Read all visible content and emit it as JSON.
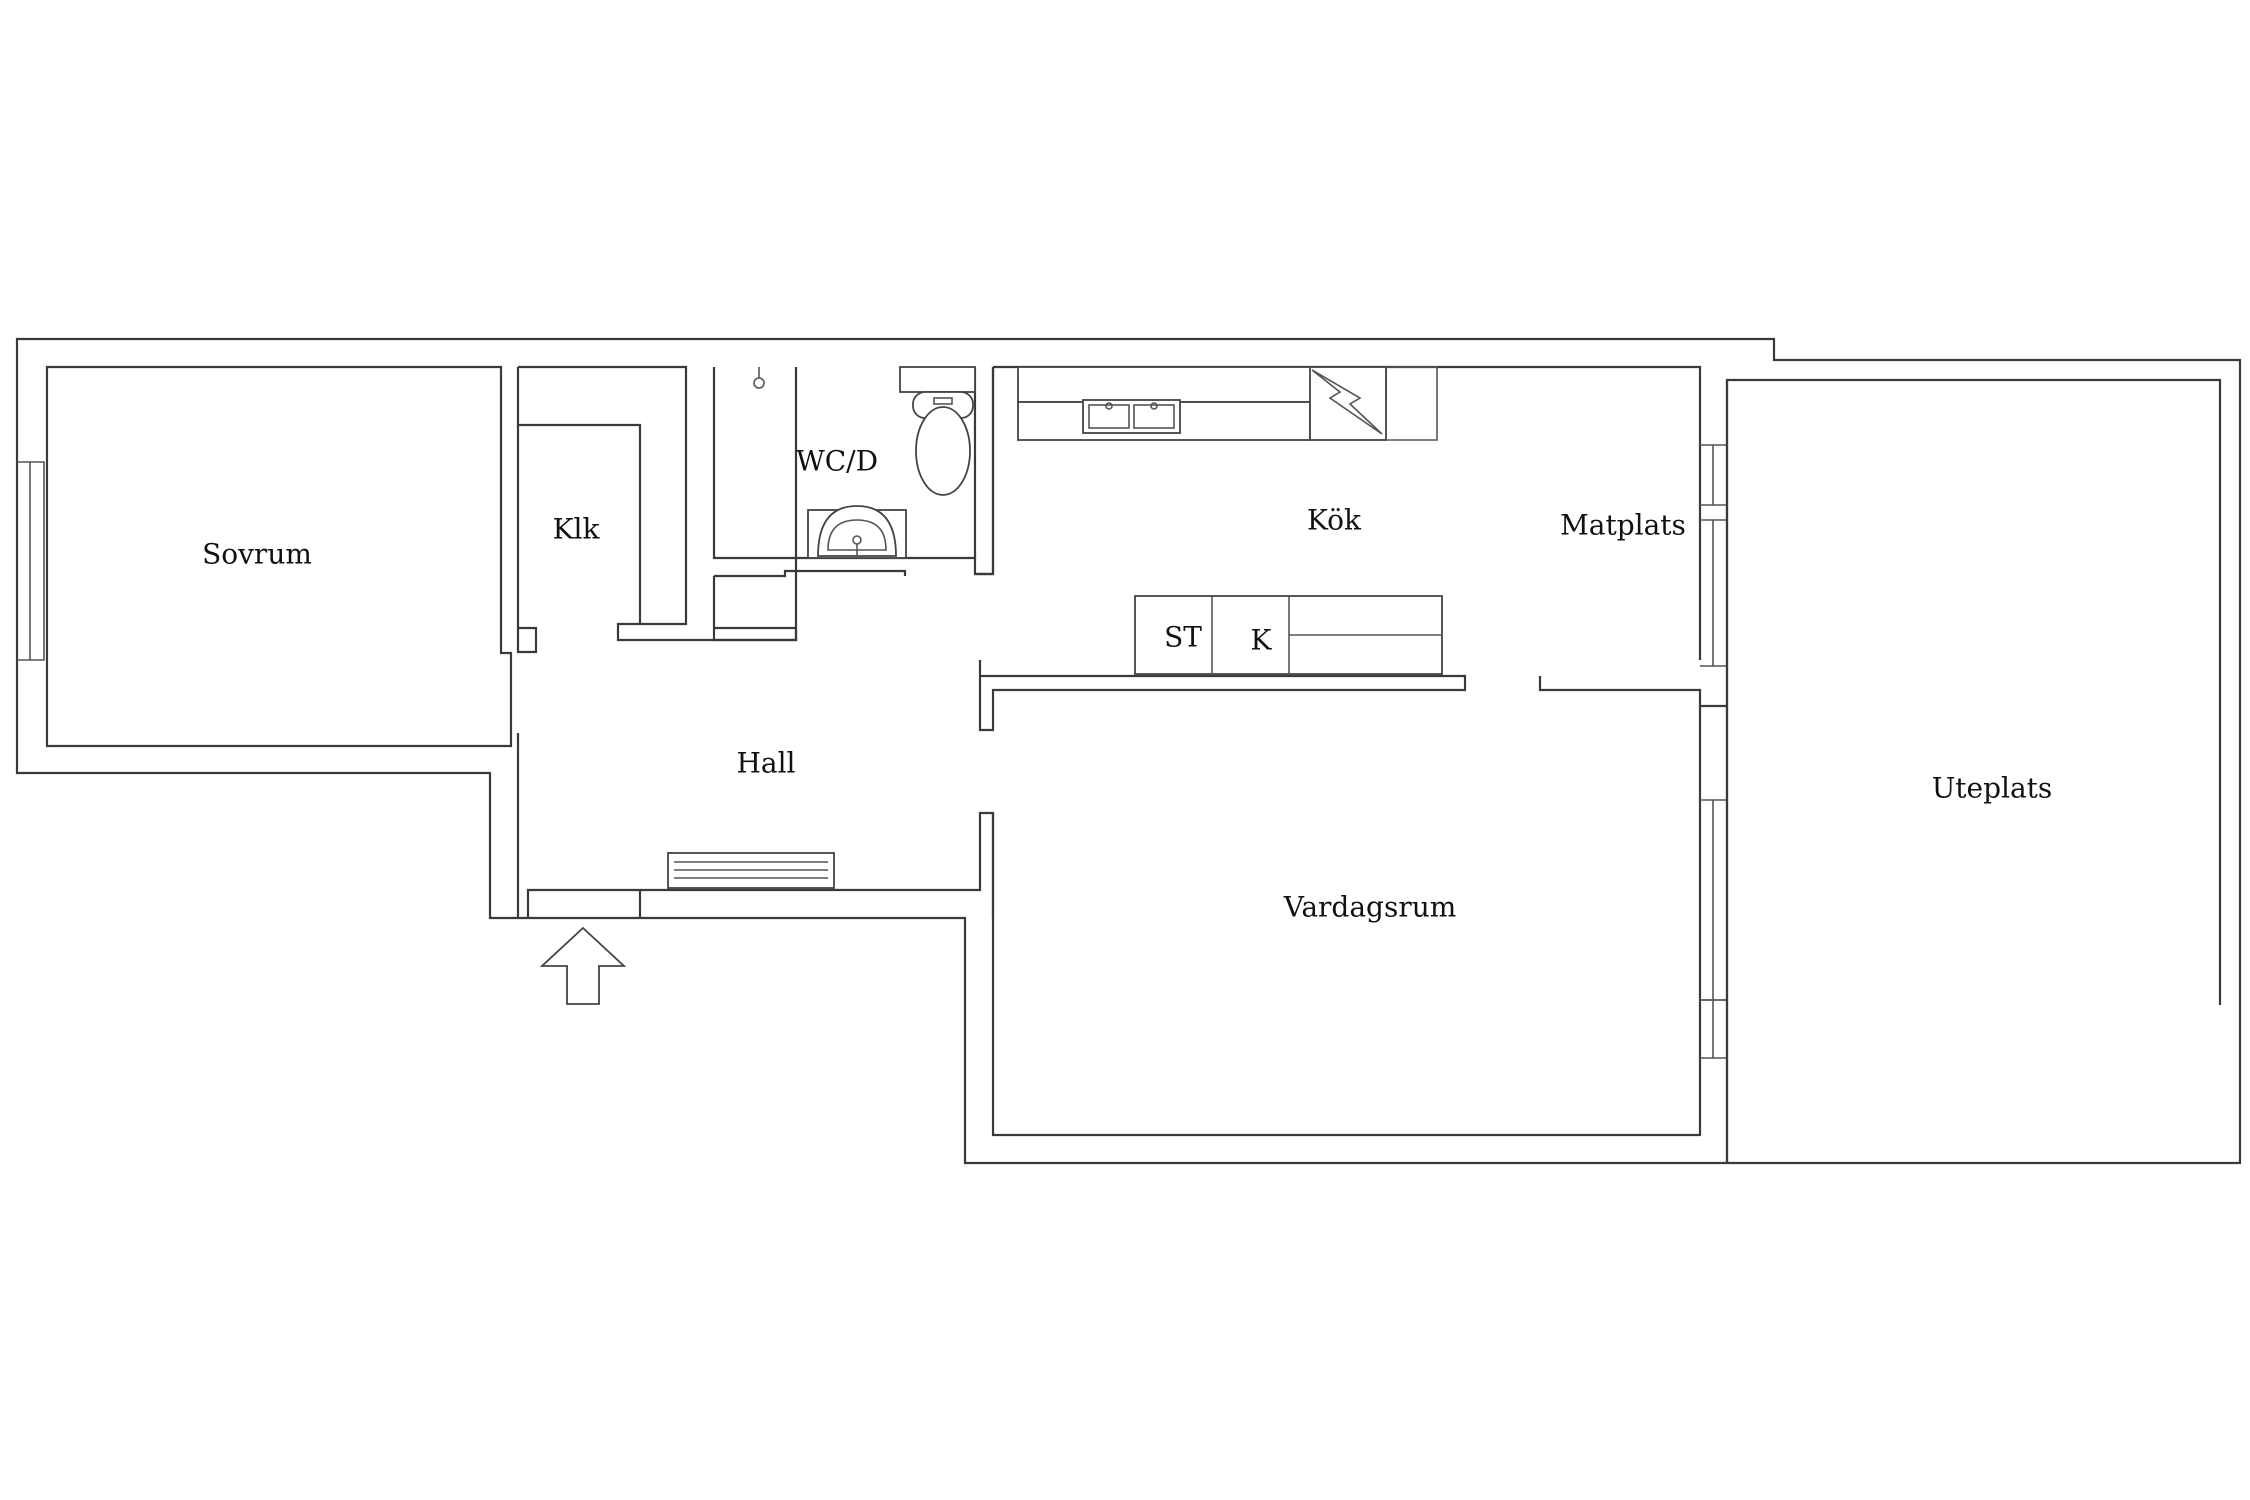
{
  "rooms": {
    "sovrum": "Sovrum",
    "klk": "Klk",
    "wc": "WC/D",
    "kok": "Kök",
    "matplats": "Matplats",
    "hall": "Hall",
    "vardagsrum": "Vardagsrum",
    "uteplats": "Uteplats"
  },
  "appliances": {
    "st": "ST",
    "k": "K"
  },
  "icons": {
    "entrance": "entrance-arrow-icon"
  },
  "colors": {
    "line": "#3a3a3a",
    "background": "#ffffff"
  }
}
